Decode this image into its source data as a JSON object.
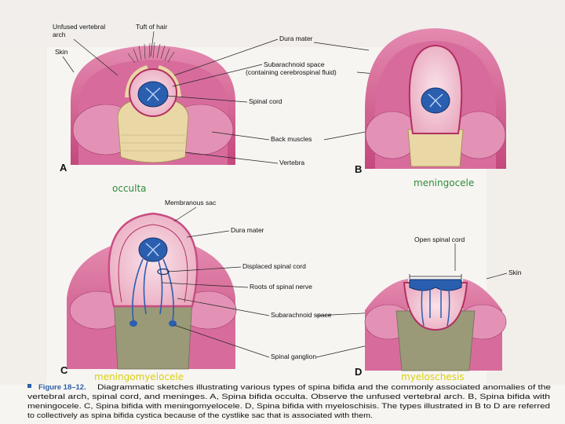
{
  "panels": {
    "a": {
      "letter": "A",
      "overlay": "occulta",
      "labels": {
        "unfused_arch_1": "Unfused vertebral",
        "unfused_arch_2": "arch",
        "tuft": "Tuft of hair",
        "skin": "Skin",
        "dura": "Dura mater",
        "subarachnoid_1": "Subarachnoid space",
        "subarachnoid_2": "(containing cerebrospinal fluid)",
        "spinal_cord": "Spinal cord",
        "back_muscles": "Back muscles",
        "vertebra": "Vertebra"
      }
    },
    "b": {
      "letter": "B",
      "overlay": "meningocele"
    },
    "c": {
      "letter": "C",
      "overlay": "meningomyelocele",
      "labels": {
        "membranous_sac": "Membranous sac",
        "dura": "Dura mater",
        "displaced_cord": "Displaced spinal cord",
        "roots": "Roots of spinal nerve",
        "subarachnoid": "Subarachnoid space",
        "ganglion": "Spinal ganglion"
      }
    },
    "d": {
      "letter": "D",
      "overlay": "myeloschesis",
      "labels": {
        "open_cord": "Open spinal cord",
        "skin": "Skin"
      }
    }
  },
  "caption": {
    "title": "Figure 18–12.",
    "line1": "Diagrammatic sketches illustrating various types of spina bifida and the commonly associated anomalies of the",
    "line2": "vertebral arch, spinal cord, and meninges. A, Spina bifida occulta. Observe the unfused vertebral arch. B, Spina bifida with",
    "line3": "meningocele. C, Spina bifida with meningomyelocele. D, Spina bifida with myeloschisis. The types illustrated in B to D are referred",
    "line4": "to collectively as spina bifida cystica because of the cystlike sac that is associated with them."
  },
  "colors": {
    "skin": "#c8457e",
    "skin_light": "#e07aa5",
    "muscle": "#d06a98",
    "vertebra": "#e8d5a3",
    "vertebra_grey": "#9a9a78",
    "dura": "#b03060",
    "csf": "#f2c9d6",
    "cord": "#2a5fb0",
    "cord_dark": "#14306a",
    "overlay_green": "#2e8b3a",
    "overlay_yellow": "#d8d010",
    "caption_blue": "#2b5fa8"
  }
}
